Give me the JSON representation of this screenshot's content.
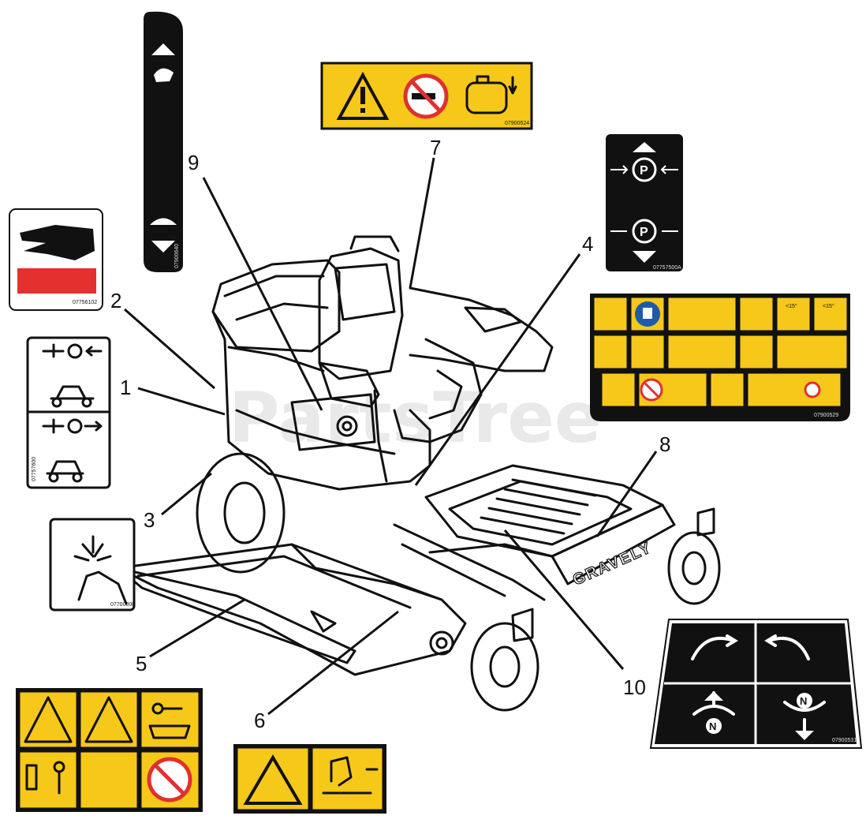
{
  "callouts": [
    "1",
    "2",
    "3",
    "4",
    "5",
    "6",
    "7",
    "8",
    "9",
    "10"
  ],
  "watermark": "PartsTree",
  "brand": "GRAVELY",
  "decal_codes": {
    "hot_surface": "07756102",
    "throttle_strip": "07900640",
    "park_brake": "07757500A",
    "fuel_tank": "07900524",
    "main_warning": "07900529",
    "hydro_release": "07757600",
    "hand_entanglement": "07700000",
    "motion_control": "07900531"
  },
  "angle_labels": [
    "<15°",
    "<15°"
  ],
  "park_symbol": "P",
  "neutral_symbol": "N",
  "colors": {
    "decal_yellow": "#f6c81a",
    "decal_black": "#111111",
    "no_sign_red": "#e03030",
    "heat_red": "#e53030"
  }
}
